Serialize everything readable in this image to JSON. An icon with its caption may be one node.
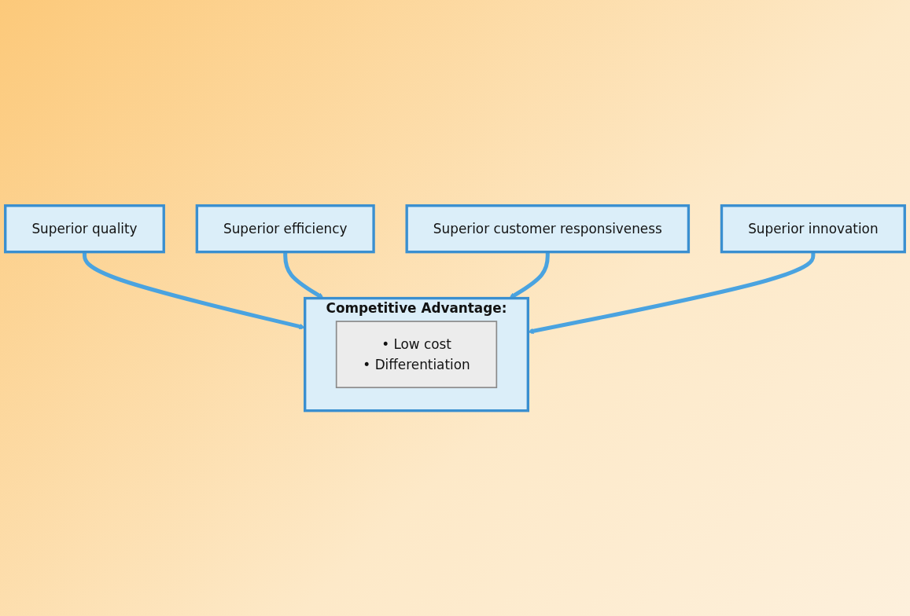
{
  "diagram": {
    "nodes": [
      {
        "text": [
          "Superior quality"
        ]
      },
      {
        "text": [
          "Competitive Advantage:"
        ]
      },
      {
        "text": [
          "• Low cost",
          "• Differentiation"
        ],
        "in": 1
      },
      {
        "text": [
          "Superior efficiency"
        ]
      },
      {
        "text": [
          "Superior customer responsiveness"
        ]
      },
      {
        "text": [
          "Superior innovation"
        ]
      }
    ],
    "edges": [
      {
        "from": 0,
        "to": 1,
        "arrow": "to"
      },
      {
        "from": 3,
        "to": 1,
        "arrow": "to"
      },
      {
        "from": 4,
        "to": 1,
        "arrow": "to"
      },
      {
        "from": 5,
        "to": 1,
        "arrow": "to"
      }
    ]
  }
}
